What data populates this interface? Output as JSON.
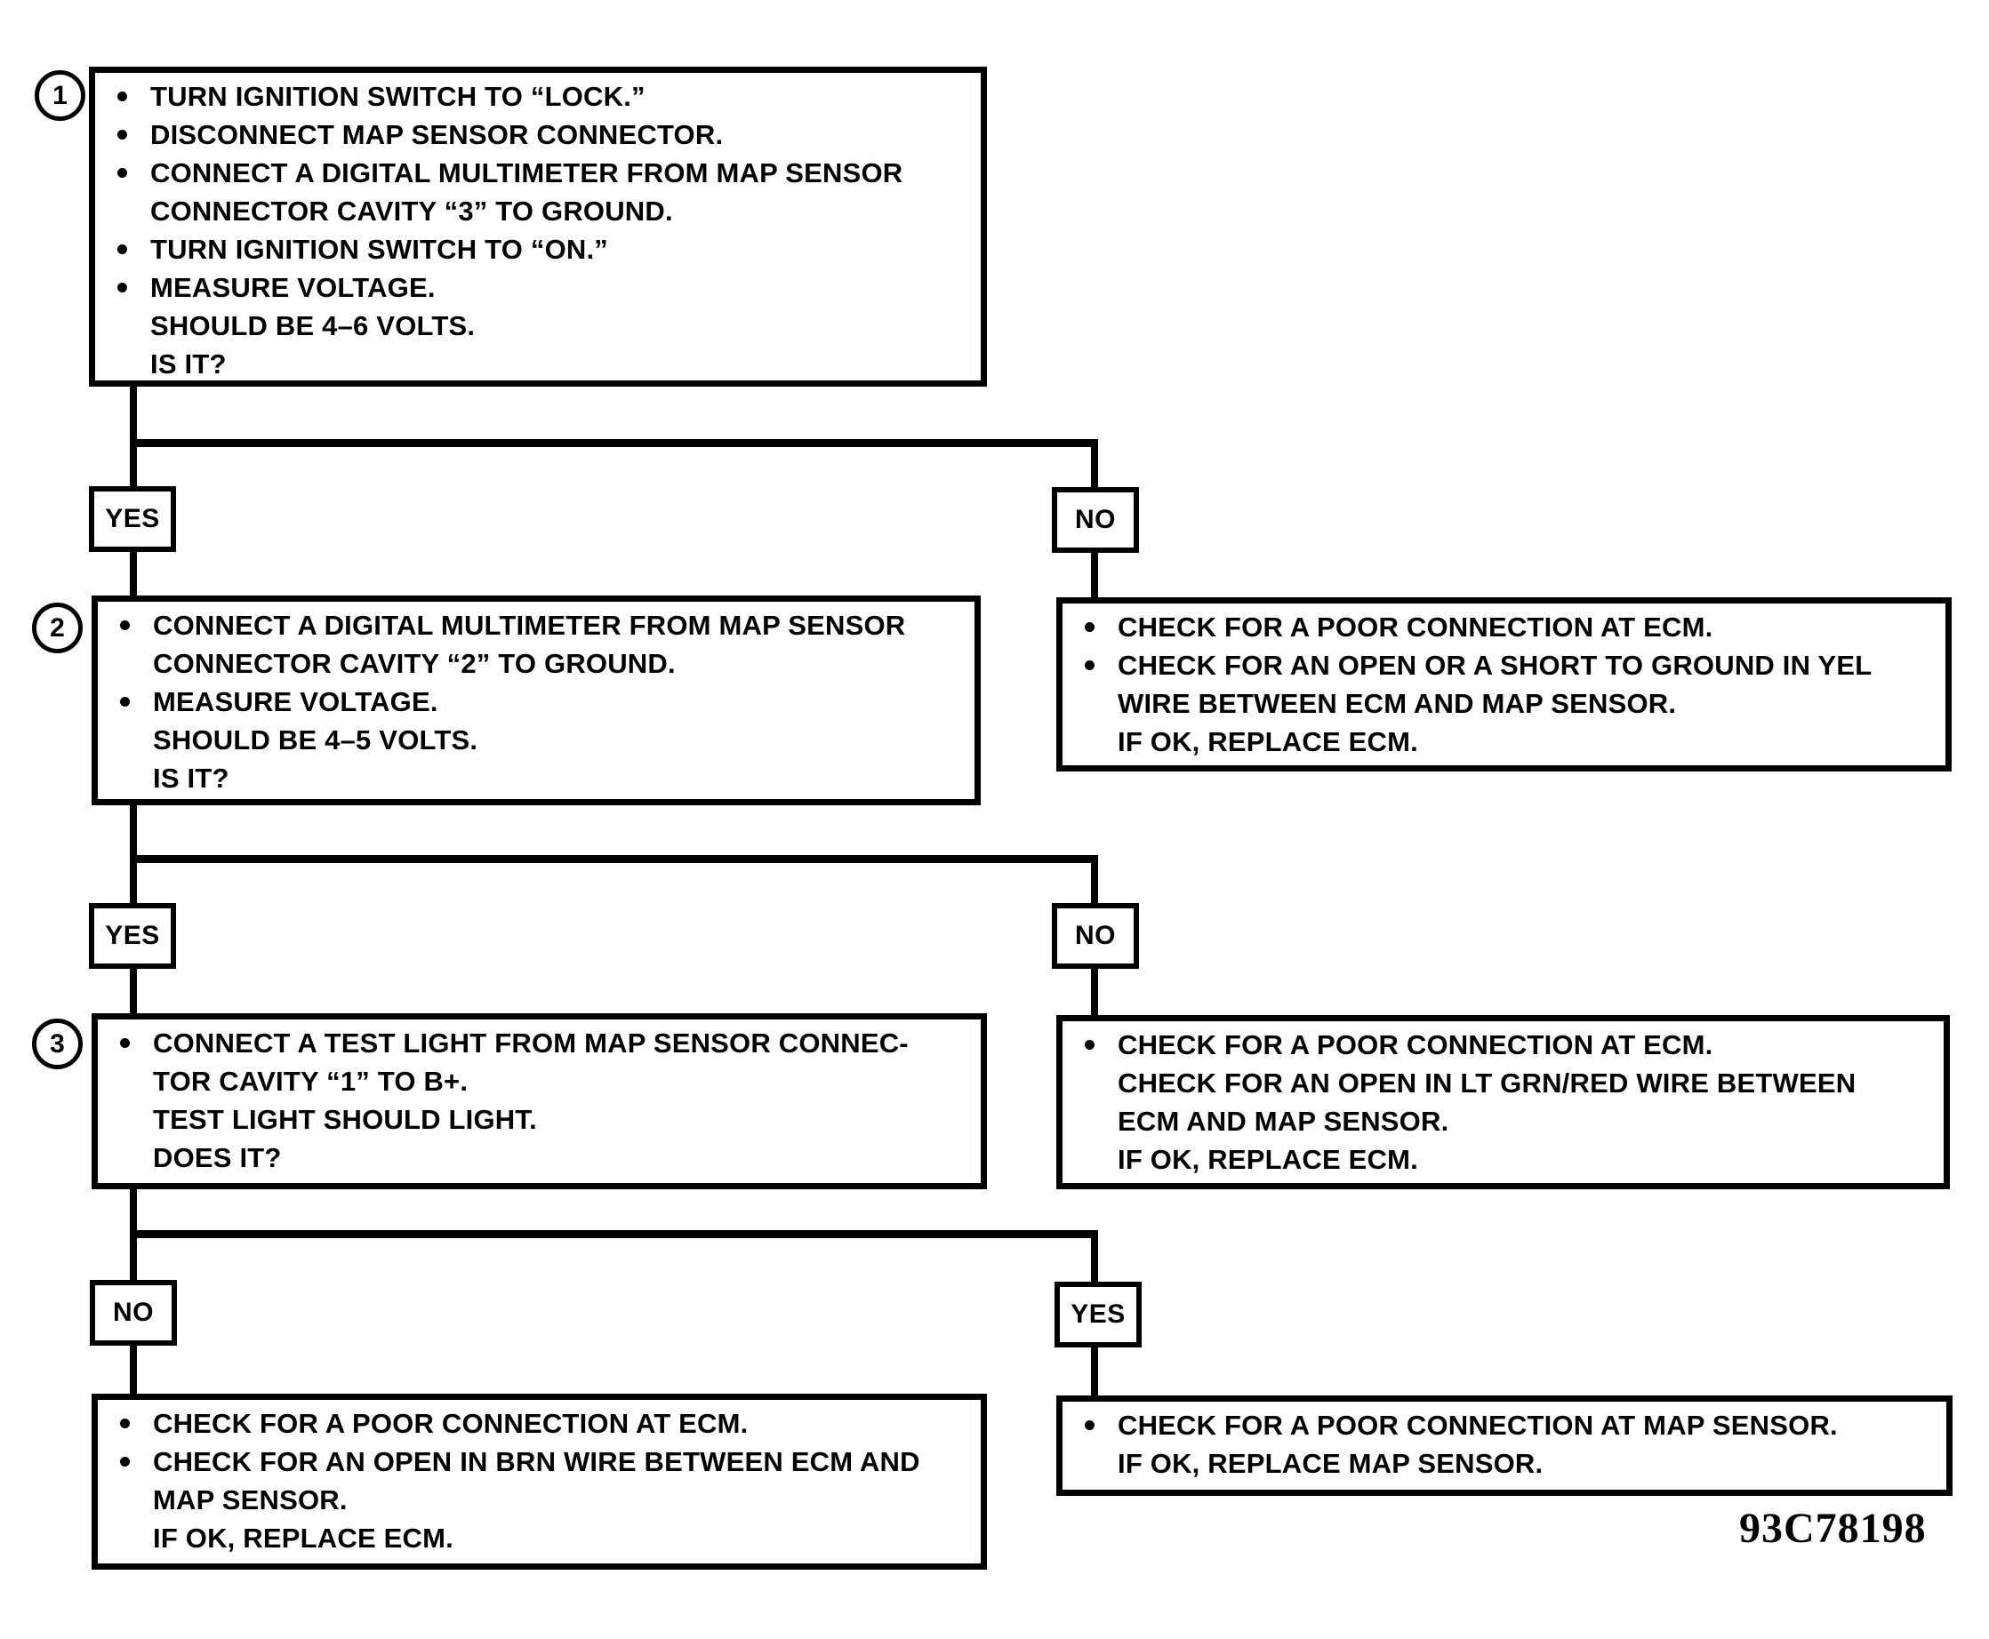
{
  "colors": {
    "ink": "#000000",
    "paper": "#ffffff"
  },
  "flow": {
    "step1": {
      "number": "1",
      "lines": [
        {
          "bullet": true,
          "text": "TURN IGNITION SWITCH TO “LOCK.”"
        },
        {
          "bullet": true,
          "text": "DISCONNECT MAP SENSOR CONNECTOR."
        },
        {
          "bullet": true,
          "text": "CONNECT A DIGITAL MULTIMETER FROM MAP SENSOR"
        },
        {
          "bullet": false,
          "text": "CONNECTOR CAVITY “3” TO GROUND."
        },
        {
          "bullet": true,
          "text": "TURN IGNITION SWITCH TO “ON.”"
        },
        {
          "bullet": true,
          "text": "MEASURE VOLTAGE."
        },
        {
          "bullet": false,
          "text": "SHOULD BE 4–6 VOLTS."
        },
        {
          "bullet": false,
          "text": "IS IT?"
        }
      ]
    },
    "step2": {
      "number": "2",
      "lines": [
        {
          "bullet": true,
          "text": "CONNECT A DIGITAL MULTIMETER FROM MAP SENSOR"
        },
        {
          "bullet": false,
          "text": "CONNECTOR CAVITY “2” TO GROUND."
        },
        {
          "bullet": true,
          "text": "MEASURE VOLTAGE."
        },
        {
          "bullet": false,
          "text": "SHOULD BE 4–5 VOLTS."
        },
        {
          "bullet": false,
          "text": "IS IT?"
        }
      ]
    },
    "step3": {
      "number": "3",
      "lines": [
        {
          "bullet": true,
          "text": "CONNECT A TEST LIGHT FROM MAP SENSOR CONNEC-"
        },
        {
          "bullet": false,
          "text": "TOR CAVITY “1” TO B+."
        },
        {
          "bullet": false,
          "text": "TEST LIGHT SHOULD LIGHT."
        },
        {
          "bullet": false,
          "text": "DOES IT?"
        }
      ]
    },
    "branch1": {
      "yes": "YES",
      "no": "NO"
    },
    "branch2": {
      "yes": "YES",
      "no": "NO"
    },
    "branch3": {
      "no": "NO",
      "yes": "YES"
    },
    "result_no1": {
      "lines": [
        {
          "bullet": true,
          "text": "CHECK FOR A POOR CONNECTION AT ECM."
        },
        {
          "bullet": true,
          "text": "CHECK FOR AN OPEN OR A SHORT TO GROUND IN YEL"
        },
        {
          "bullet": false,
          "text": "WIRE BETWEEN ECM AND MAP SENSOR."
        },
        {
          "bullet": false,
          "text": "IF OK, REPLACE ECM."
        }
      ]
    },
    "result_no2": {
      "lines": [
        {
          "bullet": true,
          "text": "CHECK FOR A POOR CONNECTION AT ECM."
        },
        {
          "bullet": false,
          "text": "CHECK FOR AN OPEN IN LT GRN/RED WIRE BETWEEN"
        },
        {
          "bullet": false,
          "text": "ECM AND MAP SENSOR."
        },
        {
          "bullet": false,
          "text": "IF OK, REPLACE ECM."
        }
      ]
    },
    "result_no3": {
      "lines": [
        {
          "bullet": true,
          "text": "CHECK FOR A POOR CONNECTION AT ECM."
        },
        {
          "bullet": true,
          "text": "CHECK FOR AN OPEN IN BRN WIRE BETWEEN ECM AND"
        },
        {
          "bullet": false,
          "text": "MAP SENSOR."
        },
        {
          "bullet": false,
          "text": "IF OK, REPLACE ECM."
        }
      ]
    },
    "result_yes3": {
      "lines": [
        {
          "bullet": true,
          "text": "CHECK FOR A POOR CONNECTION AT MAP SENSOR."
        },
        {
          "bullet": false,
          "text": "IF OK, REPLACE MAP SENSOR."
        }
      ]
    },
    "figure_code": "93C78198"
  }
}
